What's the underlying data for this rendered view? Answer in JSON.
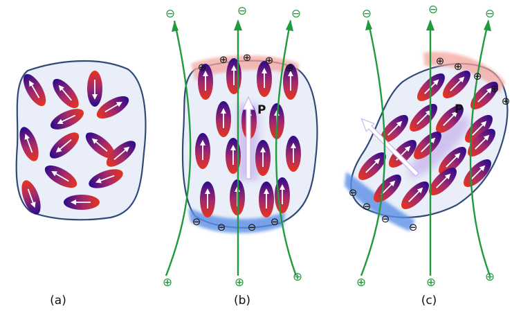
{
  "panels": [
    {
      "caption": "(a)",
      "polarization_label": ""
    },
    {
      "caption": "(b)",
      "polarization_label": "P"
    },
    {
      "caption": "(c)",
      "polarization_label": "P"
    }
  ],
  "symbols": {
    "positive": "⊕",
    "negative": "⊖"
  },
  "colors": {
    "blob_fill": "#e9eef8",
    "blob_stroke": "#2f4a78",
    "field_line": "#1f9a3c",
    "molecule_head": "#e8341c",
    "molecule_tail": "#2a0a8c",
    "positive_band": "#f4a6a0",
    "negative_band": "#5b8fe6"
  }
}
